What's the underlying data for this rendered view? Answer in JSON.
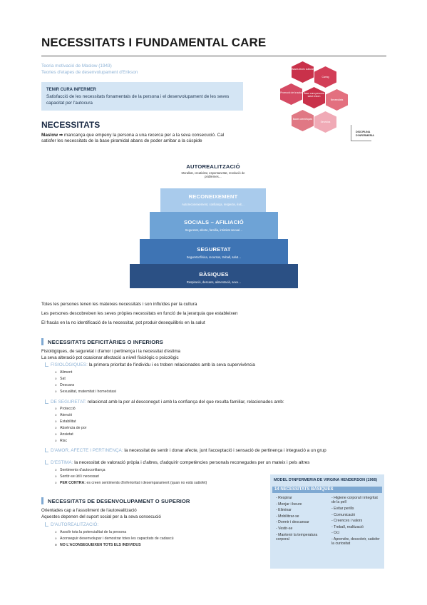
{
  "page": {
    "title": "NECESSITATS I FUNDAMENTAL CARE",
    "theories": [
      "Teoria motivació de Maslow (1943)",
      "Teories d'etapes de desenvolupament d'Erikson"
    ],
    "infobox": {
      "heading": "TENIR CURA INFERMER",
      "text": "Satisfacció de les necessitats fonamentals de la persona i el desenvolupament de les seves capacitat per l'autocura"
    },
    "hex_diagram": {
      "cells": [
        "Bases teoric cultural",
        "Caring",
        "Promoció de la salut",
        "Base cura persona salut entorn",
        "Necessitats",
        "Bases científiques",
        "Servicios"
      ],
      "caption": "DISCIPLINA D'INFERMERIA",
      "colors": {
        "dark": "#c9314a",
        "mid": "#dd5a72",
        "light": "#f0aab6"
      }
    },
    "necessitats": {
      "heading": "NECESSITATS",
      "maslow_label": "Maslow",
      "arrow": "➡",
      "line1": "mancança que empeny la persona a una recerca per a la seva consecució. Cal",
      "line2": "satisfer les necessitats de la base piramidal abans de poder arribar a la cúspide"
    },
    "pyramid": [
      {
        "label": "AUTOREALITZACIÓ",
        "sub": "Moralitat, creativitat, espontaneïtat, resolució de problemes…",
        "color": "#ffffff",
        "text": "#1a2b44"
      },
      {
        "label": "RECONEIXEMENT",
        "sub": "Autoreconeixement, confiança, respecte, èxit…",
        "color": "#a9cbec",
        "text": "#ffffff"
      },
      {
        "label": "SOCIALS – AFILIACIÓ",
        "sub": "Seguretat, afecte, família, intimitat sexual…",
        "color": "#6ea3d6",
        "text": "#ffffff"
      },
      {
        "label": "SEGURETAT",
        "sub": "Seguretat física, recursos, treball, salut…",
        "color": "#3e74b4",
        "text": "#ffffff"
      },
      {
        "label": "BÀSIQUES",
        "sub": "Respiració, descans, alimentació, sexe…",
        "color": "#2b5084",
        "text": "#ffffff"
      }
    ],
    "statements": [
      "Totes les persones tenen les mateixes necessitats i son influïdes per la cultura",
      "Les persones descobreixen les seves pròpies necessitats en funció de la jerarquia que estableixen",
      "El fracàs en la no identificació de la necessitat, pot produir desequilibris en la salut"
    ],
    "deficit": {
      "heading": "NECESSITATS DEFICITÀRIES O INFERIORS",
      "line1": "Fisiològiques, de seguretat i d'amor i pertinença i la necessitat d'estima",
      "line2": "La seva alteració pot ocasionar afectació a nivell fisiològic o psicològic",
      "fisio": {
        "key": "FISIOLÒGIQUES:",
        "text": "la primera prioritat de l'individu i es troben relacionades amb la seva supervivència",
        "items": [
          "Aliment",
          "Sat",
          "Descans",
          "Sexualitat, matemitat i homeòstasi"
        ]
      },
      "seguretat": {
        "key": "DE SEGURETAT:",
        "text": "relacionat amb la por al desconegut i amb la confiança del que resulta familiar, relacionades amb:",
        "items": [
          "Protecció",
          "Atenció",
          "Estabilitat",
          "Absència de por",
          "Ansietat",
          "Risc"
        ]
      },
      "amor": {
        "key": "D'AMOR, AFECTE I PERTINENÇA:",
        "text": "la necessitat de sentir i donar afecte, junt l'acceptació i sensació de pertinença i integració a un grup"
      },
      "estima": {
        "key": "D'ESTIMA:",
        "text": "la necessitat de valoració pròpia i d'altres, d'adquirir competències personals reconegudes per un mateix i pels altres",
        "items": [
          "Sentiments d'autoconfiança",
          "Sentir-se útil i necessari"
        ],
        "percontra": {
          "bold": "PER CONTRA:",
          "text": "es creen sentiments d'inferioritat i desemparament (quan no està satisfet)"
        }
      }
    },
    "superior": {
      "heading": "NECESSITATS DE DESENVOLUPAMENT O SUPERIOR",
      "line1": "Orientades cap a l'assoliment de l'autorealització",
      "line2": "Aquestes depenen del suport social per a la seva consecució",
      "auto": {
        "key": "D'AUTOREALITZACIÓ:",
        "items": [
          "Assolir tota la potencialitat de la persona",
          "Aconseguir desenvolupar i demostrar totes les capacitats de cadascú"
        ],
        "bold_item": "NO L'ACONSEGUEIXEN TOTS ELS INDIVIDUS"
      }
    },
    "henderson": {
      "title": "MODEL D'INFERMERIA DE VIRGINA HENDERSON (1966)",
      "subtitle": "14 NECESSITATS BÀSIQUES",
      "col1": [
        "- Respirar",
        "- Menjar i beure",
        "- Eliminar",
        "- Mobilitzar-se",
        "- Dormir i descansar",
        "- Vestir-se",
        "- Mantenir la temperatura corporal"
      ],
      "col2": [
        "- Higiene corporal i integritat de la pell",
        "- Evitar perills",
        "- Comunicació",
        "- Creences i valors",
        "- Treball, realització",
        "- Oci",
        "- Aprendre, descobrir, satisfer la curiositat"
      ]
    }
  }
}
